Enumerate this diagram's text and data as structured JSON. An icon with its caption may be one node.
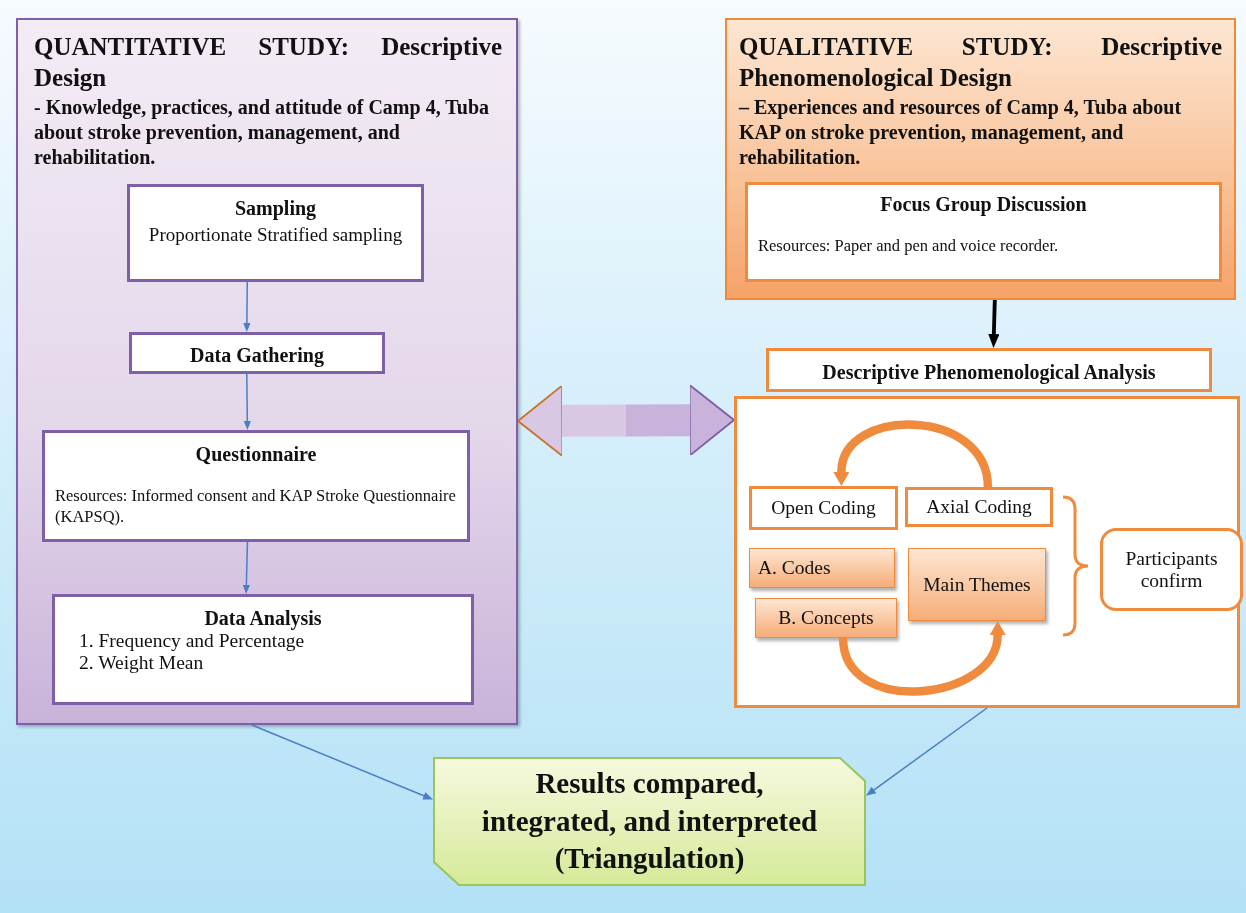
{
  "diagram": {
    "nodes": [
      {
        "text": [
          "QUANTITATIVE STUDY: Descriptive Design",
          "- Knowledge, practices, and attitude of Camp 4, Tuba about stroke prevention, management, and rehabilitation."
        ]
      },
      {
        "text": [
          "Sampling",
          "Proportionate Stratified sampling"
        ],
        "in": 0
      },
      {
        "text": [
          "Data Gathering"
        ],
        "in": 0
      },
      {
        "text": [
          "Questionnaire",
          "Resources: Informed consent and KAP Stroke Questionnaire (KAPSQ)."
        ],
        "in": 0
      },
      {
        "text": [
          "Data Analysis",
          "1. Frequency and Percentage",
          "2. Weight Mean"
        ],
        "in": 0
      },
      {
        "text": [
          "QUALITATIVE STUDY: Descriptive Phenomenological Design",
          "– Experiences and resources of Camp 4, Tuba about KAP on stroke prevention, management, and rehabilitation."
        ]
      },
      {
        "text": [
          "Focus Group Discussion",
          "Resources: Paper and pen and voice recorder."
        ],
        "in": 5
      },
      {
        "text": [
          "Descriptive Phenomenological Analysis"
        ]
      },
      {
        "text": [],
        "shape": "box"
      },
      {
        "text": [
          "Open Coding"
        ],
        "in": 8
      },
      {
        "text": [
          "Axial Coding"
        ],
        "in": 8
      },
      {
        "text": [
          "A. Codes"
        ],
        "in": 8
      },
      {
        "text": [
          "B. Concepts"
        ],
        "in": 8
      },
      {
        "text": [
          "Main Themes"
        ],
        "in": 8
      },
      {
        "text": [
          "Participants confirm"
        ],
        "in": 8
      },
      {
        "text": [
          "Results compared, integrated, and interpreted (Triangulation)"
        ]
      }
    ],
    "edges": [
      {
        "from": 1,
        "to": 2,
        "arrow": "to"
      },
      {
        "from": 2,
        "to": 3,
        "arrow": "to"
      },
      {
        "from": 3,
        "to": 4,
        "arrow": "to"
      },
      {
        "from": 5,
        "to": 7,
        "arrow": "to",
        "style": "thick",
        "color": "#000000"
      },
      {
        "from": 0,
        "to": 8,
        "arrow": "both",
        "style": "thick"
      },
      {
        "from": 10,
        "to": 9,
        "arrow": "to",
        "style": "thick",
        "color": "#f08a3c"
      },
      {
        "from": 12,
        "to": 13,
        "arrow": "to",
        "style": "thick",
        "color": "#f08a3c"
      },
      {
        "from": 0,
        "to": 15,
        "arrow": "to"
      },
      {
        "from": 8,
        "to": 15,
        "arrow": "to"
      }
    ]
  }
}
